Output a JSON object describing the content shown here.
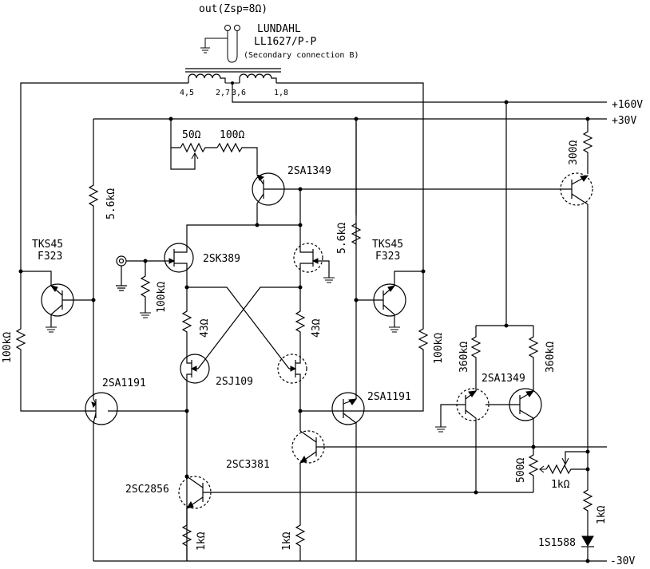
{
  "transformer": {
    "output_label": "out(Zsp=8Ω)",
    "name": "LUNDAHL",
    "model": "LL1627/P-P",
    "note": "(Secondary connection B)",
    "pin_left": "4,5",
    "pin_center": "2,7",
    "pin_center2": "3,6",
    "pin_right": "1,8"
  },
  "rails": {
    "plus160": "+160V",
    "plus30": "+30V",
    "minus30": "-30V"
  },
  "components": {
    "r_50": "50Ω",
    "r_100": "100Ω",
    "r_300": "300Ω",
    "q_2sa1349_top": "2SA1349",
    "r_5k6_left": "5.6kΩ",
    "r_5k6_right": "5.6kΩ",
    "tks45_left_a": "TKS45",
    "tks45_left_b": "F323",
    "tks45_right_a": "TKS45",
    "tks45_right_b": "F323",
    "jfet_2sk389": "2SK389",
    "r_100k_in": "100kΩ",
    "r_43_left": "43Ω",
    "r_43_right": "43Ω",
    "jfet_2sj109": "2SJ109",
    "r_100k_left": "100kΩ",
    "r_100k_right": "100kΩ",
    "q_2sa1191_left": "2SA1191",
    "q_2sa1191_right": "2SA1191",
    "r_360k_left": "360kΩ",
    "r_360k_right": "360kΩ",
    "q_2sa1349_pair": "2SA1349",
    "q_2sc3381": "2SC3381",
    "q_2sc2856": "2SC2856",
    "r_500": "500Ω",
    "r_1k_pot": "1kΩ",
    "r_1k_right": "1kΩ",
    "r_1k_left": "1kΩ",
    "r_1k_mid": "1kΩ",
    "diode_1s1588": "1S1588"
  }
}
